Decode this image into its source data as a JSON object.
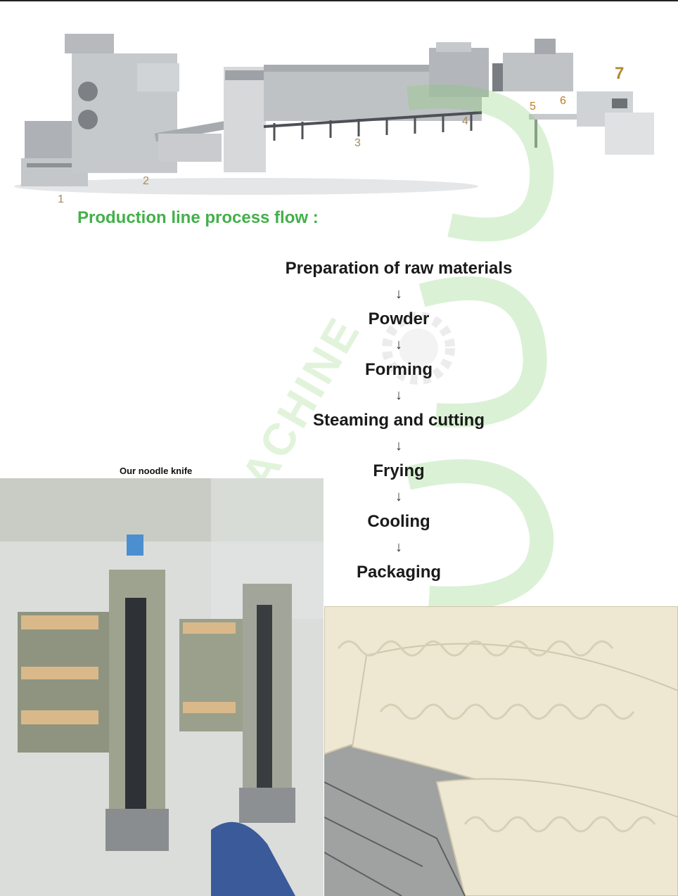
{
  "illustration": {
    "station_numbers": [
      "1",
      "2",
      "3",
      "4",
      "5",
      "6",
      "7"
    ]
  },
  "title": "Production line process flow :",
  "flow": {
    "steps": [
      "Preparation of raw materials",
      "Powder",
      "Forming",
      "Steaming and cutting",
      "Frying",
      "Cooling",
      "Packaging"
    ],
    "arrow": "↓"
  },
  "photos": {
    "knife_caption": "Our noodle knife"
  },
  "colors": {
    "title_green": "#43b04a",
    "machine_gray": "#b9bcbf",
    "watermark_green": "#bfe6b0"
  }
}
